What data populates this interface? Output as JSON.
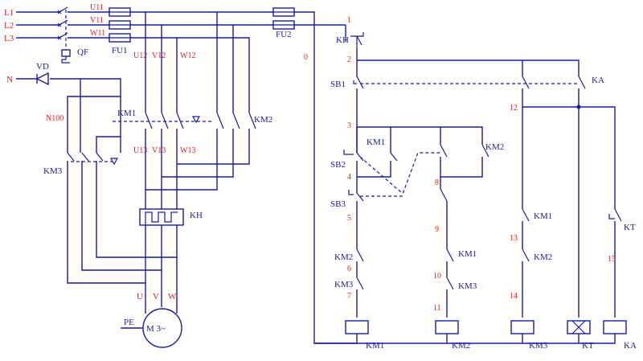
{
  "power_labels": {
    "l1": "L1",
    "l2": "L2",
    "l3": "L3",
    "n": "N",
    "vd": "VD",
    "qf": "QF",
    "fu1": "FU1",
    "fu2": "FU2",
    "kh": "KH",
    "pe": "PE"
  },
  "phase_labels": {
    "u11": "U11",
    "v11": "V11",
    "w11": "W11",
    "u12": "U12",
    "v12": "V12",
    "w12": "W12",
    "u13": "U13",
    "v13": "V13",
    "w13": "W13",
    "n100": "N100",
    "u": "U",
    "v": "V",
    "w": "W"
  },
  "motor": {
    "label": "M 3~"
  },
  "contactor_labels": {
    "km1": "KM1",
    "km2": "KM2",
    "km3": "KM3"
  },
  "control_labels": {
    "kh": "KH",
    "sb1": "SB1",
    "sb2": "SB2",
    "sb3": "SB3",
    "ka": "KA",
    "kt": "KT"
  },
  "contact_labels": {
    "km1_a": "KM1",
    "km2_a": "KM2",
    "km2_b": "KM2",
    "km3_b": "KM3",
    "km1_c": "KM1",
    "km3_c": "KM3",
    "km1_d": "KM1",
    "km2_d": "KM2"
  },
  "coil_labels": {
    "km1": "KM1",
    "km2": "KM2",
    "km3": "KM3",
    "kt": "KT",
    "ka": "KA"
  },
  "node_numbers": {
    "n0": "0",
    "n1": "1",
    "n2": "2",
    "n3": "3",
    "n4": "4",
    "n5": "5",
    "n6": "6",
    "n7": "7",
    "n8": "8",
    "n9": "9",
    "n10": "10",
    "n11": "11",
    "n12": "12",
    "n13": "13",
    "n14": "14",
    "n15": "15"
  }
}
